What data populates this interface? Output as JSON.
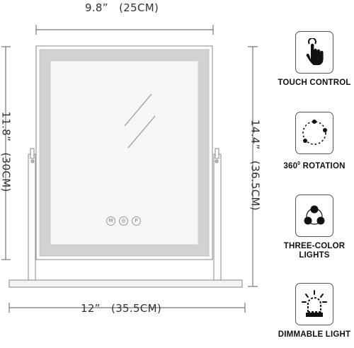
{
  "dimensions": {
    "top_width": "9.8”　(25CM)",
    "left_height": "11.8”　(30CM)",
    "right_height": "14.4”　(36.5CM)",
    "bottom_width": "12”　(35.5CM)"
  },
  "mirror": {
    "buttons": [
      "M",
      "◎",
      "P"
    ]
  },
  "features": [
    {
      "label": "TOUCH CONTROL",
      "icon": "touch-hand-icon"
    },
    {
      "label_main": "360",
      "label_sup": "0",
      "label_rest": " ROTATION",
      "icon": "rotation-icon"
    },
    {
      "label": "THREE-COLOR\nLIGHTS",
      "line1": "THREE-COLOR",
      "line2": "LIGHTS",
      "icon": "three-color-icon"
    },
    {
      "label": "DIMMABLE LIGHT",
      "icon": "dimmable-bulb-icon"
    }
  ],
  "colors": {
    "line": "#777777",
    "frame": "#cfcfcf",
    "mirror_face": "#f6f6f6",
    "icon_dark": "#111111"
  }
}
